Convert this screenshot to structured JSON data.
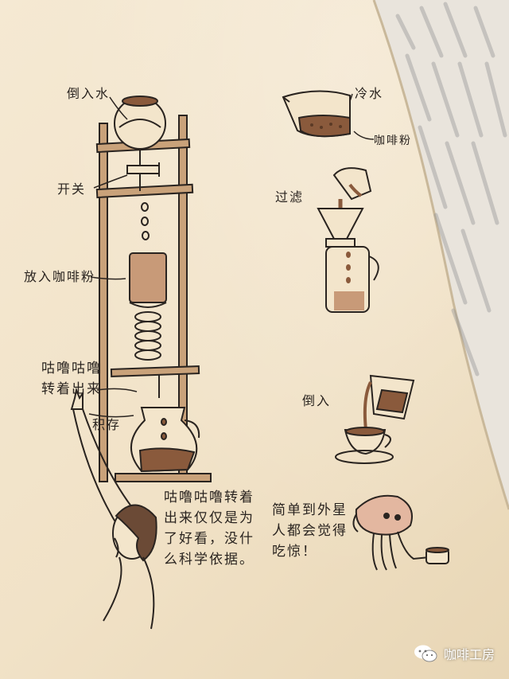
{
  "labels": {
    "pour_water": "倒入水",
    "switch": "开关",
    "add_coffee_powder": "放入咖啡粉",
    "gulu_turning": "咕噜咕噜\n转着出来",
    "store": "积存",
    "cold_water": "冷水",
    "coffee_powder": "咖啡粉",
    "filter": "过滤",
    "pour_in": "倒入"
  },
  "speech": {
    "person": "咕噜咕噜转着\n出来仅仅是为\n了好看，没什\n么科学依据。",
    "alien": "简单到外星\n人都会觉得\n吃惊！"
  },
  "watermark": {
    "text": "咖啡工房",
    "icon": "wechat-icon"
  },
  "colors": {
    "page": "#f3e5cb",
    "ink": "#2a2420",
    "coffee_brown": "#8a5a3c",
    "frame_brown": "#9c7452"
  }
}
